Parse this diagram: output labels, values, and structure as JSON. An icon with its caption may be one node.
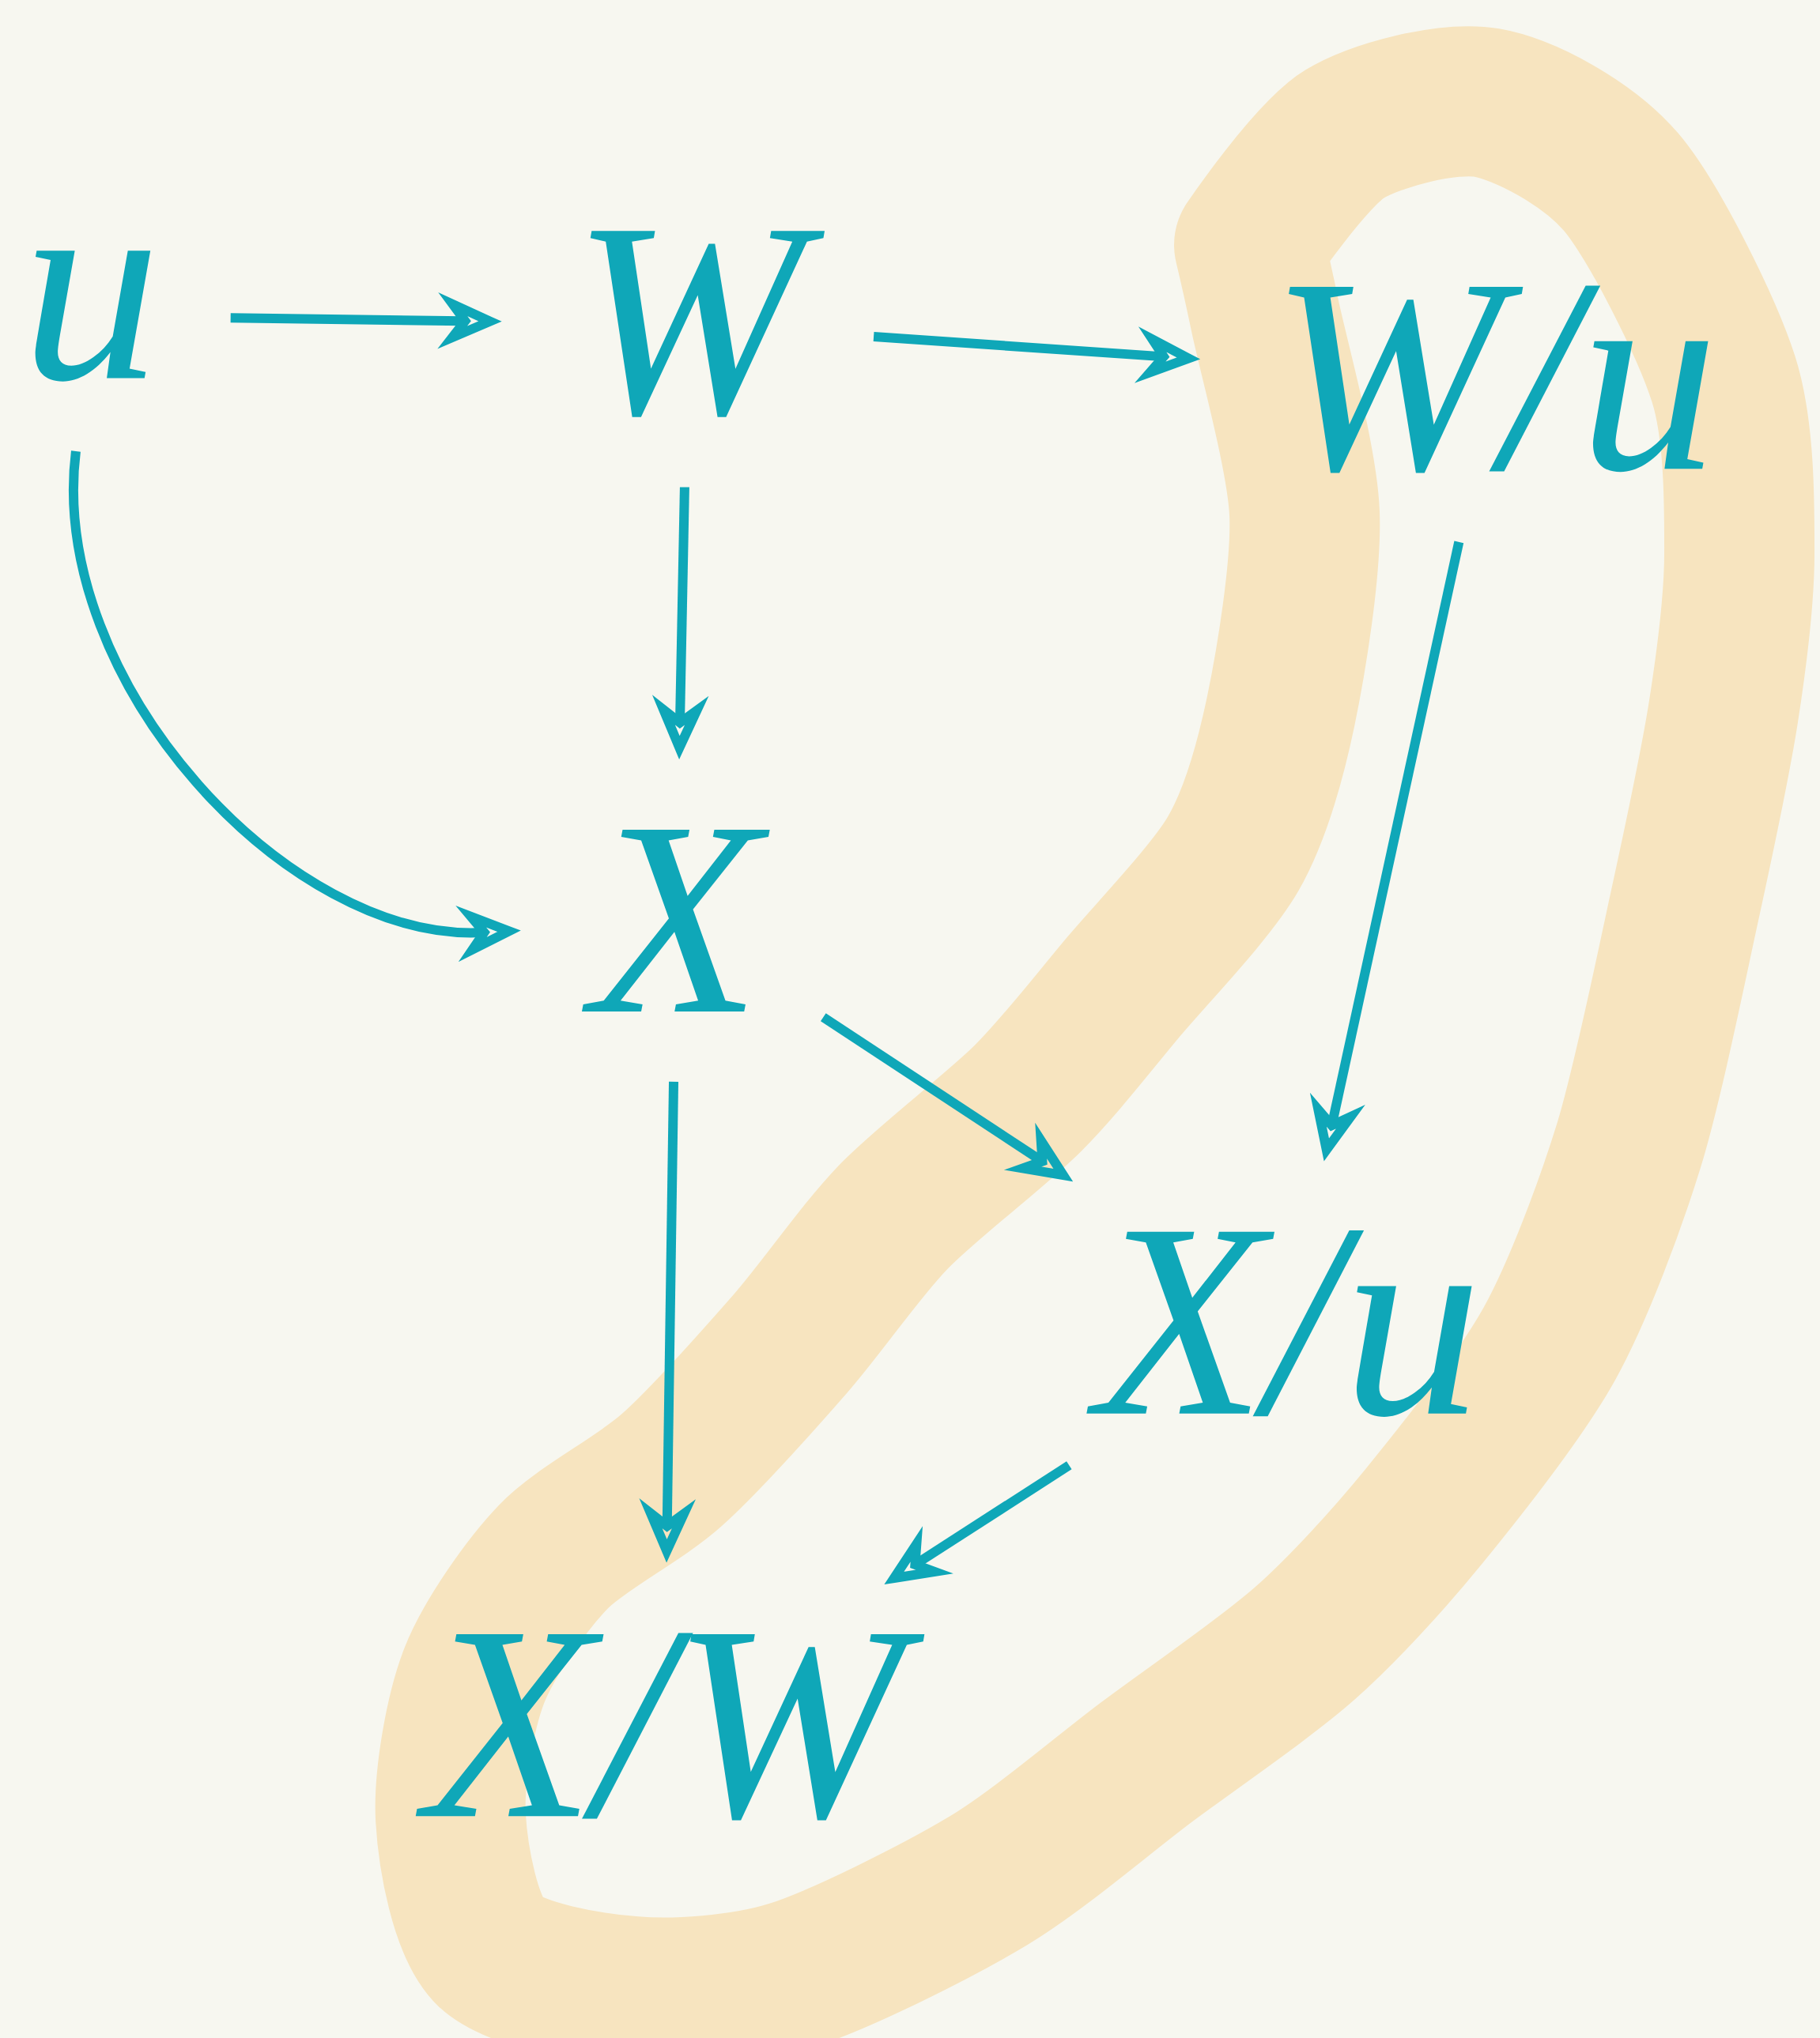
{
  "diagram": {
    "nodes": [
      {
        "text": [
          "u"
        ]
      },
      {
        "text": [
          "W"
        ]
      },
      {
        "text": [
          "W/u"
        ]
      },
      {
        "text": [
          "X"
        ]
      },
      {
        "text": [
          "X/u"
        ]
      },
      {
        "text": [
          "X/W"
        ]
      }
    ],
    "edges": [
      {
        "from": 0,
        "to": 1,
        "arrow": "to"
      },
      {
        "from": 1,
        "to": 2,
        "arrow": "to"
      },
      {
        "from": 0,
        "to": 3,
        "arrow": "to"
      },
      {
        "from": 1,
        "to": 3,
        "arrow": "to"
      },
      {
        "from": 3,
        "to": 5,
        "arrow": "to"
      },
      {
        "from": 3,
        "to": 4,
        "arrow": "to"
      },
      {
        "from": 2,
        "to": 4,
        "arrow": "to"
      },
      {
        "from": 4,
        "to": 5,
        "arrow": "to"
      }
    ]
  }
}
